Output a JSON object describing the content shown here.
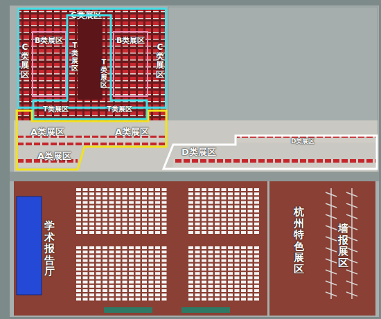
{
  "diagram": {
    "nodes": [
      {
        "text": [
          "C类展区",
          "C类展区",
          "C类展区"
        ]
      },
      {
        "text": [
          "B类展区"
        ],
        "in": 0
      },
      {
        "text": [
          "B类展区"
        ],
        "in": 0
      },
      {
        "text": [
          "T类展区",
          "T类展区",
          "T类展区",
          "T类展区"
        ],
        "in": 0
      },
      {
        "text": [
          "A类展区",
          "A类展区",
          "A类展区"
        ]
      },
      {
        "text": [
          "D类展区",
          "D类展区"
        ]
      },
      {
        "text": [
          "学术报告厅"
        ]
      },
      {
        "text": [
          "杭州特色展区"
        ]
      }
    ],
    "edges": [],
    "labels": [
      "墙报展区"
    ]
  }
}
